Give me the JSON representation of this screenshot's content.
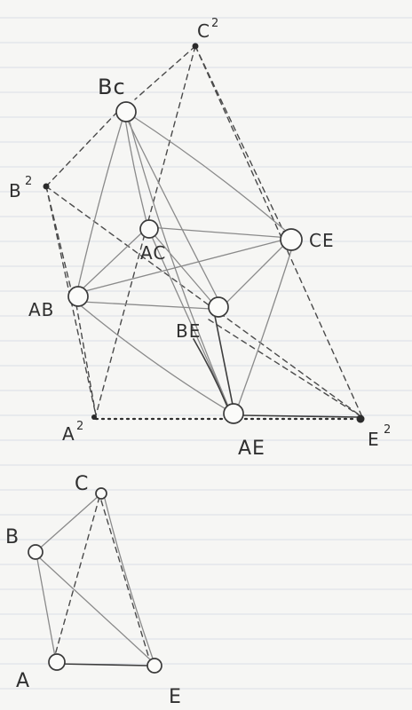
{
  "diagram": {
    "top_graph": {
      "labels": {
        "C2": "C",
        "C2_sup": "2",
        "Bc": "Bc",
        "B2": "B",
        "B2_sup": "2",
        "AC": "AC",
        "CE": "CE",
        "AB": "AB",
        "BE": "BE",
        "A2": "A",
        "A2_sup": "2",
        "AE": "AE",
        "E2": "E",
        "E2_sup": "2"
      }
    },
    "bottom_graph": {
      "labels": {
        "C": "C",
        "B": "B",
        "A": "A",
        "E": "E"
      }
    }
  }
}
